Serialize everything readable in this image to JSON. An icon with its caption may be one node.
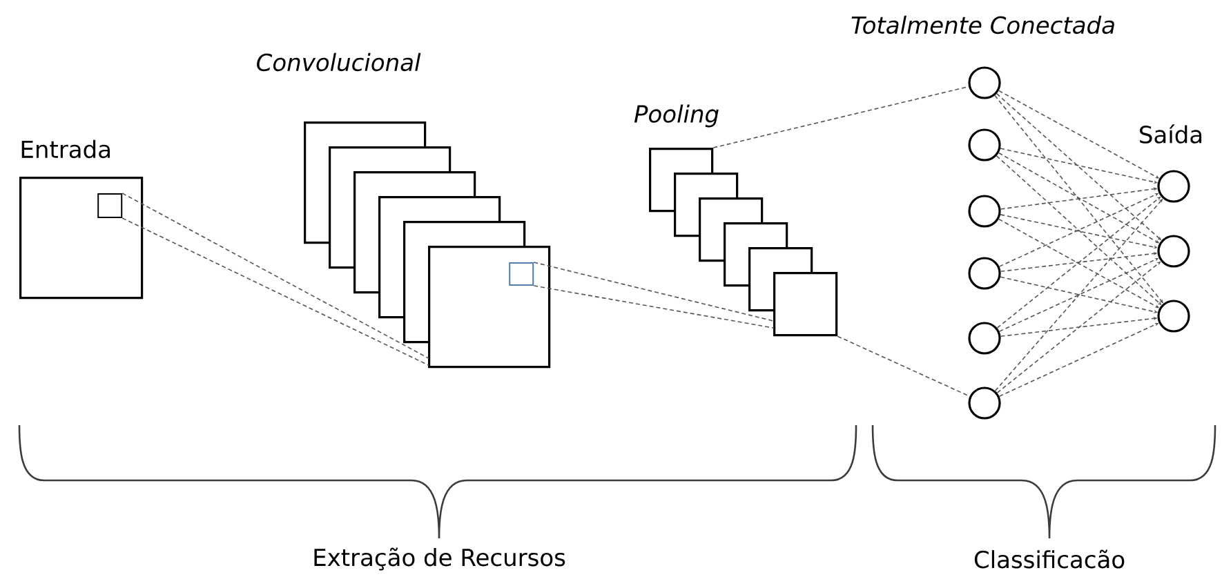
{
  "diagram": {
    "nodes": [
      {
        "text": [],
        "shape": "box"
      },
      {
        "text": [],
        "shape": "box",
        "in": 0
      },
      {
        "text": [],
        "shape": "box"
      },
      {
        "text": [],
        "shape": "box"
      },
      {
        "text": [],
        "shape": "box"
      },
      {
        "text": [],
        "shape": "box"
      },
      {
        "text": [],
        "shape": "box"
      },
      {
        "text": [],
        "shape": "box"
      },
      {
        "text": [],
        "shape": "box",
        "in": 7
      },
      {
        "text": [],
        "shape": "box"
      },
      {
        "text": [],
        "shape": "box"
      },
      {
        "text": [],
        "shape": "box"
      },
      {
        "text": [],
        "shape": "box"
      },
      {
        "text": [],
        "shape": "box"
      },
      {
        "text": [],
        "shape": "box"
      },
      {
        "text": [],
        "shape": "circle"
      },
      {
        "text": [],
        "shape": "circle"
      },
      {
        "text": [],
        "shape": "circle"
      },
      {
        "text": [],
        "shape": "circle"
      },
      {
        "text": [],
        "shape": "circle"
      },
      {
        "text": [],
        "shape": "circle"
      },
      {
        "text": [],
        "shape": "circle"
      },
      {
        "text": [],
        "shape": "circle"
      },
      {
        "text": [],
        "shape": "circle"
      }
    ],
    "edges": [
      {
        "from": 1,
        "to": 7,
        "arrow": "none",
        "style": "dashed"
      },
      {
        "from": 1,
        "to": 7,
        "arrow": "none",
        "style": "dashed"
      },
      {
        "from": 8,
        "to": 14,
        "arrow": "none",
        "style": "dashed"
      },
      {
        "from": 8,
        "to": 14,
        "arrow": "none",
        "style": "dashed"
      },
      {
        "from": 9,
        "to": 15,
        "arrow": "none",
        "style": "dashed"
      },
      {
        "from": 14,
        "to": 20,
        "arrow": "none",
        "style": "dashed"
      },
      {
        "from": 15,
        "to": 21,
        "arrow": "to",
        "style": "dashed"
      },
      {
        "from": 15,
        "to": 22,
        "arrow": "to",
        "style": "dashed"
      },
      {
        "from": 15,
        "to": 23,
        "arrow": "to",
        "style": "dashed"
      },
      {
        "from": 16,
        "to": 21,
        "arrow": "to",
        "style": "dashed"
      },
      {
        "from": 16,
        "to": 22,
        "arrow": "to",
        "style": "dashed"
      },
      {
        "from": 16,
        "to": 23,
        "arrow": "to",
        "style": "dashed"
      },
      {
        "from": 17,
        "to": 21,
        "arrow": "to",
        "style": "dashed"
      },
      {
        "from": 17,
        "to": 22,
        "arrow": "to",
        "style": "dashed"
      },
      {
        "from": 17,
        "to": 23,
        "arrow": "to",
        "style": "dashed"
      },
      {
        "from": 18,
        "to": 21,
        "arrow": "to",
        "style": "dashed"
      },
      {
        "from": 18,
        "to": 22,
        "arrow": "to",
        "style": "dashed"
      },
      {
        "from": 18,
        "to": 23,
        "arrow": "to",
        "style": "dashed"
      },
      {
        "from": 19,
        "to": 21,
        "arrow": "to",
        "style": "dashed"
      },
      {
        "from": 19,
        "to": 22,
        "arrow": "to",
        "style": "dashed"
      },
      {
        "from": 19,
        "to": 23,
        "arrow": "to",
        "style": "dashed"
      },
      {
        "from": 20,
        "to": 21,
        "arrow": "to",
        "style": "dashed"
      },
      {
        "from": 20,
        "to": 22,
        "arrow": "to",
        "style": "dashed"
      },
      {
        "from": 20,
        "to": 23,
        "arrow": "to",
        "style": "dashed"
      }
    ],
    "labels": [
      "Totalmente Conectada",
      "Convolucional",
      "Entrada",
      "Pooling",
      "Saída",
      "Extração de Recursos",
      "Classificacão"
    ]
  }
}
